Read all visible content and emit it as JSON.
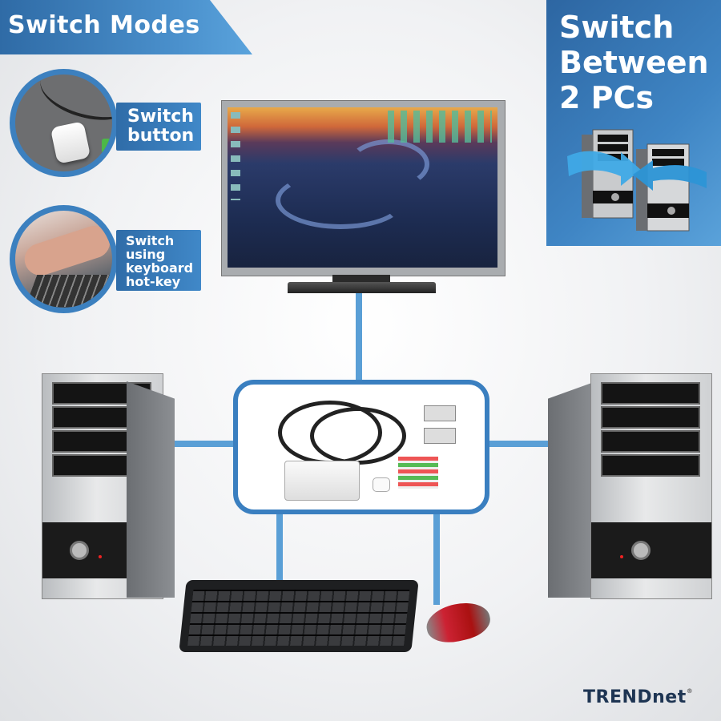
{
  "header": {
    "title": "Switch Modes"
  },
  "modes": [
    {
      "label": "Switch button",
      "icon": "switch-button-photo"
    },
    {
      "label": "Switch using keyboard hot-key",
      "icon": "keyboard-typing-photo"
    }
  ],
  "mode_labels": {
    "button_line1": "Switch",
    "button_line2": "button",
    "hotkey_line1": "Switch",
    "hotkey_line2": "using",
    "hotkey_line3": "keyboard",
    "hotkey_line4": "hot-key"
  },
  "feature_panel": {
    "line1": "Switch",
    "line2": "Between",
    "line3": "2 PCs",
    "icon": "two-pcs-swap-arrows"
  },
  "diagram": {
    "center": "KVM switch with cables",
    "top": "Monitor",
    "left": "PC tower",
    "right": "PC tower",
    "bottom_left": "Keyboard",
    "bottom_right": "Mouse"
  },
  "brand": {
    "name": "TRENDnet",
    "registered": "®"
  },
  "colors": {
    "accent_blue": "#3c80bf",
    "banner_dark": "#2f6ba6",
    "line_blue": "#5a9fd6",
    "logo_navy": "#1e3553"
  }
}
